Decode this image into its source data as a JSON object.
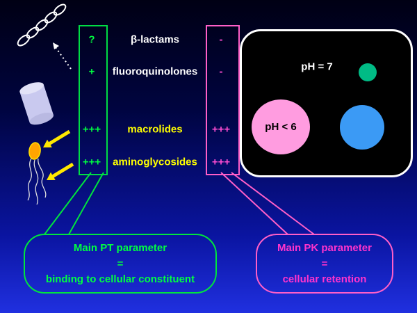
{
  "slide": {
    "table": {
      "rows": [
        {
          "pt": "?",
          "drug": "β-lactams",
          "pk": "-"
        },
        {
          "pt": "+",
          "drug": "fluoroquinolones",
          "pk": "-"
        },
        {
          "pt": "+++",
          "drug": "macrolides",
          "pk": "+++"
        },
        {
          "pt": "+++",
          "drug": "aminoglycosides",
          "pk": "+++"
        }
      ]
    },
    "vacuole_panel": {
      "ph_neutral": "pH = 7",
      "ph_acidic": "pH < 6"
    },
    "callouts": {
      "pt": {
        "title": "Main PT parameter",
        "equals": "=",
        "body": "binding to cellular constituent"
      },
      "pk": {
        "title": "Main PK parameter",
        "equals": "=",
        "body": "cellular retention"
      }
    },
    "colors": {
      "pt_accent": "#00ff40",
      "pk_accent": "#ff4dd2",
      "drug_highlight": "#ffff00",
      "drug_plain": "#ffffff",
      "ph7_circle": "#00bb85",
      "ph6_circle": "#ff9ce0",
      "blue_circle": "#3b9af5",
      "arrow_yellow": "#ffe800"
    }
  }
}
